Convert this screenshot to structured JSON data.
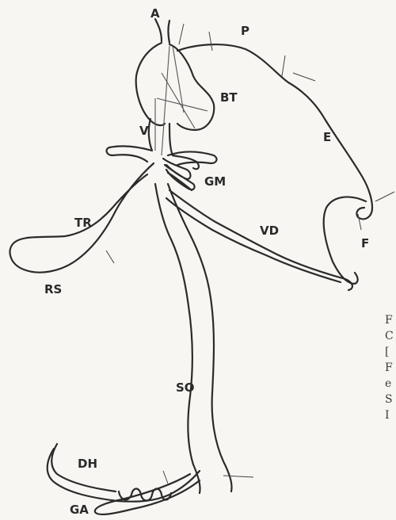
{
  "labels": {
    "A": "A",
    "P": "P",
    "BT": "BT",
    "E": "E",
    "V": "V",
    "GM": "GM",
    "F": "F",
    "TR": "TR",
    "VD": "VD",
    "RS": "RS",
    "SO": "SO",
    "DH": "DH",
    "GA": "GA"
  },
  "edge_text": [
    "F",
    "C",
    "[",
    "F",
    "e",
    "S",
    "I"
  ]
}
